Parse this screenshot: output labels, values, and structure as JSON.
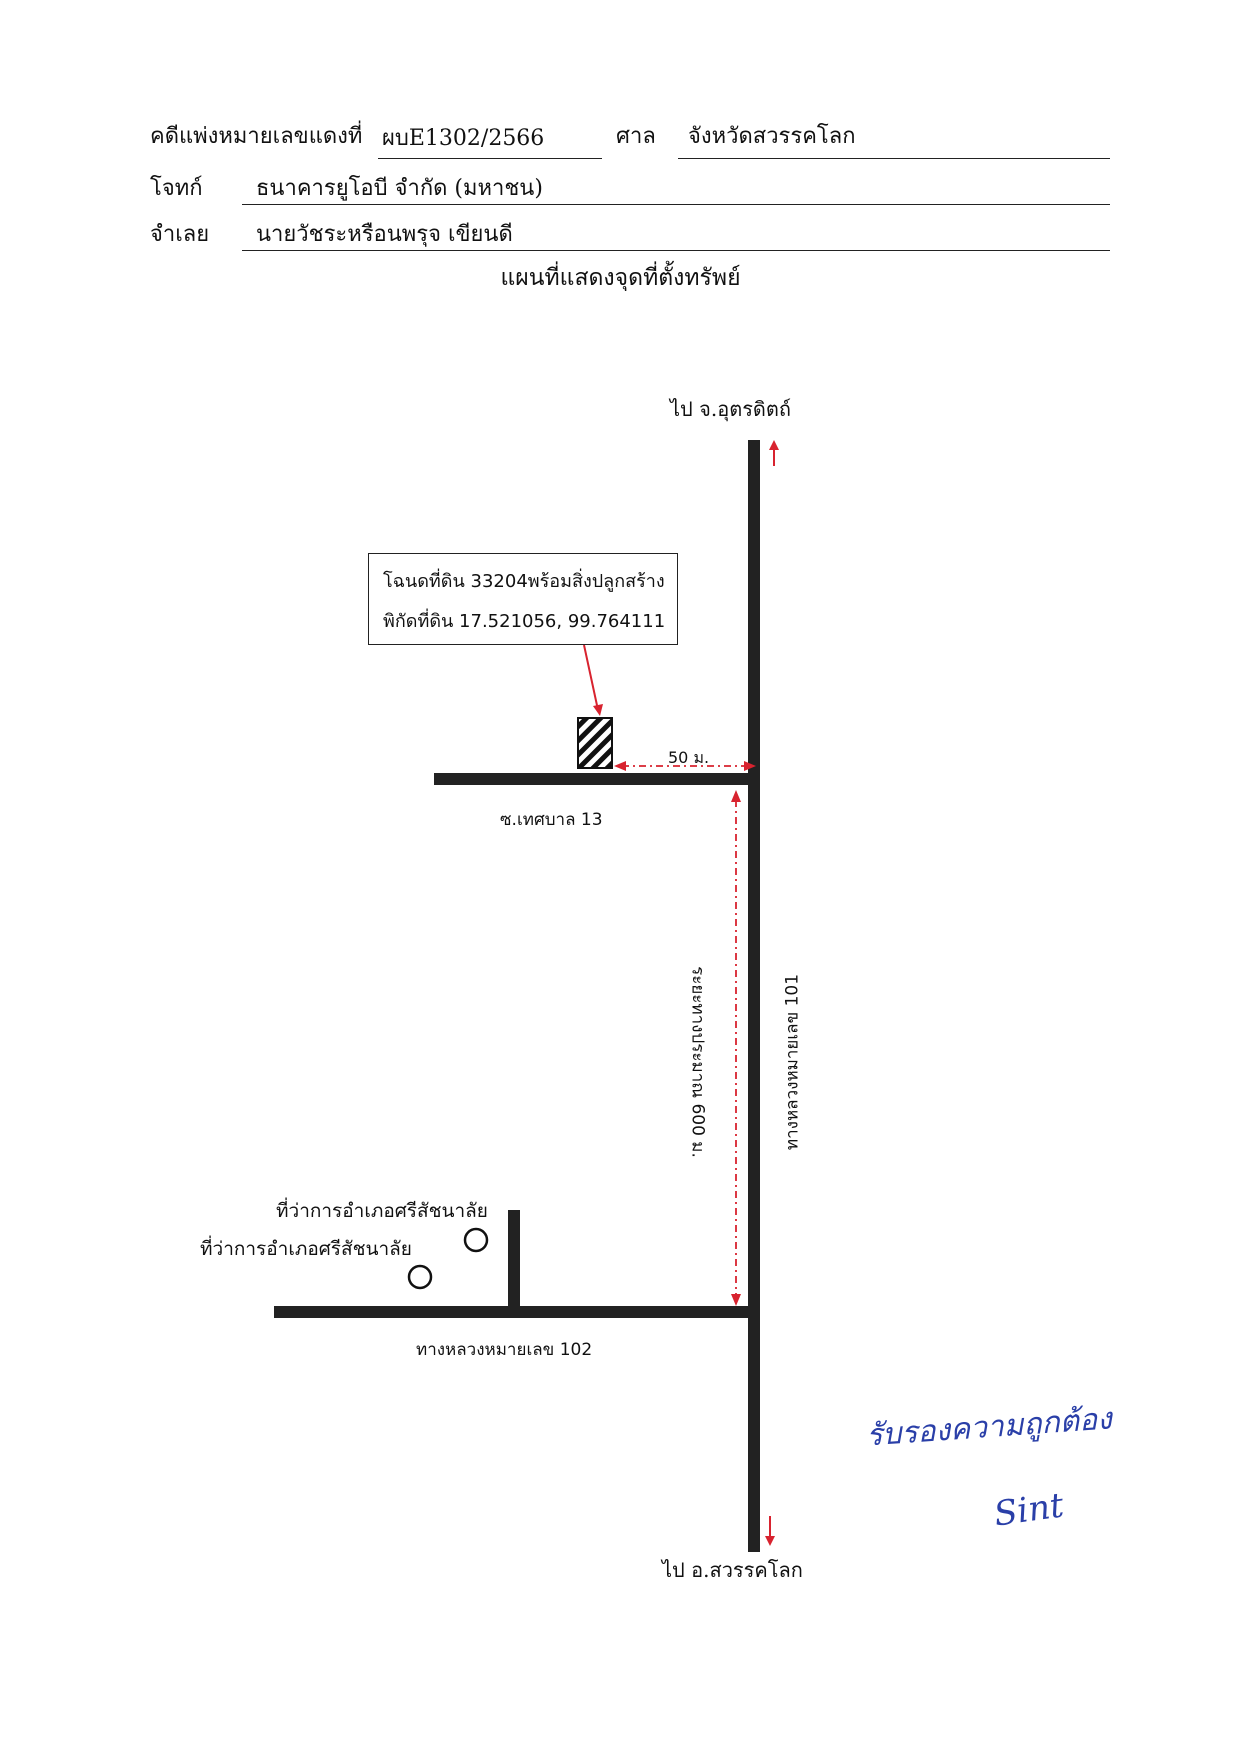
{
  "header": {
    "case_label": "คดีแพ่งหมายเลขแดงที่",
    "case_number": "ผบE1302/2566",
    "court_label": "ศาล",
    "court_name": "จังหวัดสวรรคโลก",
    "plaintiff_label": "โจทก์",
    "plaintiff_name": "ธนาคารยูโอบี  จำกัด (มหาชน)",
    "defendant_label": "จำเลย",
    "defendant_name": "นายวัชระหรือนพรุจ เขียนดี"
  },
  "map": {
    "title": "แผนที่แสดงจุดที่ตั้งทรัพย์",
    "to_north": "ไป จ.อุตรดิตถ์",
    "to_south": "ไป อ.สวรรคโลก",
    "callout_line1": "โฉนดที่ดิน 33204พร้อมสิ่งปลูกสร้าง",
    "callout_line2": "พิกัดที่ดิน 17.521056, 99.764111",
    "distance_horizontal": "50 ม.",
    "soi_label": "ซ.เทศบาล 13",
    "distance_vertical": "ระยะทางประมาณ 600 ม.",
    "highway_101": "ทางหลวงหมายเลข 101",
    "highway_102": "ทางหลวงหมายเลข 102",
    "district_office_1": "ที่ว่าการอำเภอศรีสัชนาลัย",
    "district_office_2": "ที่ว่าการอำเภอศรีสัชนาลัย",
    "colors": {
      "road": "#222222",
      "marker": "#d8232f",
      "ink": "#2a3fa8"
    }
  },
  "certification": {
    "text": "รับรองความถูกต้อง",
    "signature": "Sint"
  }
}
